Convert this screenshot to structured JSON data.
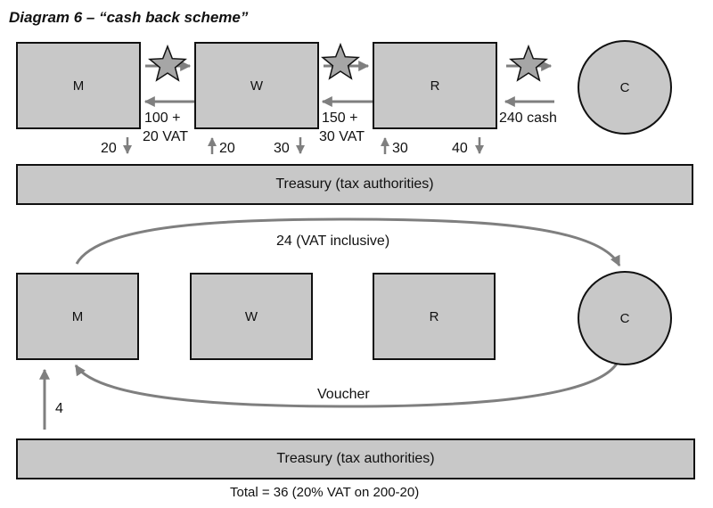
{
  "title": "Diagram 6 – “cash back scheme”",
  "top": {
    "nodes": {
      "m": "M",
      "w": "W",
      "r": "R",
      "c": "C"
    },
    "payments": {
      "w_to_m_line1": "100 +",
      "w_to_m_line2": "20 VAT",
      "r_to_w_line1": "150 +",
      "r_to_w_line2": "30 VAT",
      "c_to_r": "240 cash"
    },
    "tax_flows": {
      "m_down": "20",
      "w_up": "20",
      "w_down": "30",
      "r_up": "30",
      "r_down": "40"
    },
    "treasury": "Treasury (tax authorities)"
  },
  "bottom": {
    "nodes": {
      "m": "M",
      "w": "W",
      "r": "R",
      "c": "C"
    },
    "top_arc_label": "24 (VAT inclusive)",
    "bottom_arc_label": "Voucher",
    "treasury_to_m": "4",
    "treasury": "Treasury (tax authorities)"
  },
  "total": "Total = 36 (20% VAT on 200-20)",
  "colors": {
    "box_fill": "#c8c8c8",
    "arrow": "#7f7f7f",
    "star_fill": "#a6a6a6",
    "border": "#111111"
  },
  "icons": [
    "star-icon",
    "arrow-right-icon",
    "arrow-left-icon",
    "arrow-up-icon",
    "arrow-down-icon"
  ]
}
